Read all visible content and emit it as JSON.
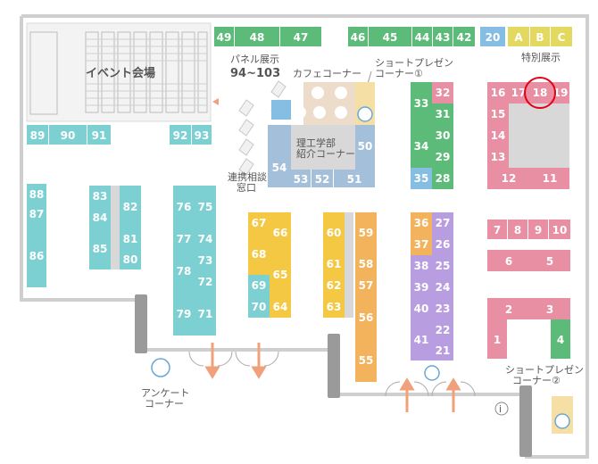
{
  "labels": {
    "event_hall": "イベント会場",
    "panel_title": "パネル展示",
    "panel_range": "94~103",
    "cafe": "カフェコーナー",
    "short_preso_1_a": "ショートプレゼン",
    "short_preso_1_b": "コーナー①",
    "faculty_a": "理工学部",
    "faculty_b": "紹介コーナー",
    "consult_a": "連携相談",
    "consult_b": "窓口",
    "special": "特別展示",
    "survey_a": "アンケート",
    "survey_b": "コーナー",
    "short_preso_2_a": "ショートプレゼン",
    "short_preso_2_b": "コーナー②"
  },
  "colors": {
    "green": "#5dbb7a",
    "blue": "#6aa7d4",
    "teal": "#7dd0d2",
    "yellow": "#f5c844",
    "orange": "#f3b25c",
    "purple": "#b89ee0",
    "pink": "#e88fa4",
    "sky": "#85bde3",
    "special": "#e3d860",
    "highlight": "#e60012"
  },
  "booths": {
    "b49": "49",
    "b48": "48",
    "b47": "47",
    "b46": "46",
    "b45": "45",
    "b44": "44",
    "b43": "43",
    "b42": "42",
    "b20": "20",
    "bA": "A",
    "bB": "B",
    "bC": "C",
    "b89": "89",
    "b90": "90",
    "b91": "91",
    "b92": "92",
    "b93": "93",
    "b50": "50",
    "b51": "51",
    "b52": "52",
    "b53": "53",
    "b54": "54",
    "b33": "33",
    "b32": "32",
    "b31": "31",
    "b34": "34",
    "b30": "30",
    "b29": "29",
    "b35": "35",
    "b28": "28",
    "b16": "16",
    "b17": "17",
    "b18": "18",
    "b19": "19",
    "b15": "15",
    "b14": "14",
    "b13": "13",
    "b12": "12",
    "b11": "11",
    "b88": "88",
    "b87": "87",
    "b86": "86",
    "b83": "83",
    "b84": "84",
    "b82": "82",
    "b85": "85",
    "b81": "81",
    "b80": "80",
    "b76": "76",
    "b75": "75",
    "b77": "77",
    "b74": "74",
    "b78": "78",
    "b73": "73",
    "b72": "72",
    "b79": "79",
    "b71": "71",
    "b67": "67",
    "b66": "66",
    "b68": "68",
    "b65": "65",
    "b69": "69",
    "b70": "70",
    "b64": "64",
    "b60": "60",
    "b59": "59",
    "b61": "61",
    "b58": "58",
    "b62": "62",
    "b57": "57",
    "b63": "63",
    "b56": "56",
    "b55": "55",
    "b36": "36",
    "b27": "27",
    "b37": "37",
    "b26": "26",
    "b38": "38",
    "b25": "25",
    "b39": "39",
    "b24": "24",
    "b40": "40",
    "b23": "23",
    "b41": "41",
    "b22": "22",
    "b21": "21",
    "b7": "7",
    "b8": "8",
    "b9": "9",
    "b10": "10",
    "b6": "6",
    "b5": "5",
    "b2": "2",
    "b3": "3",
    "b1": "1",
    "b4": "4"
  },
  "highlighted_booth": "18"
}
